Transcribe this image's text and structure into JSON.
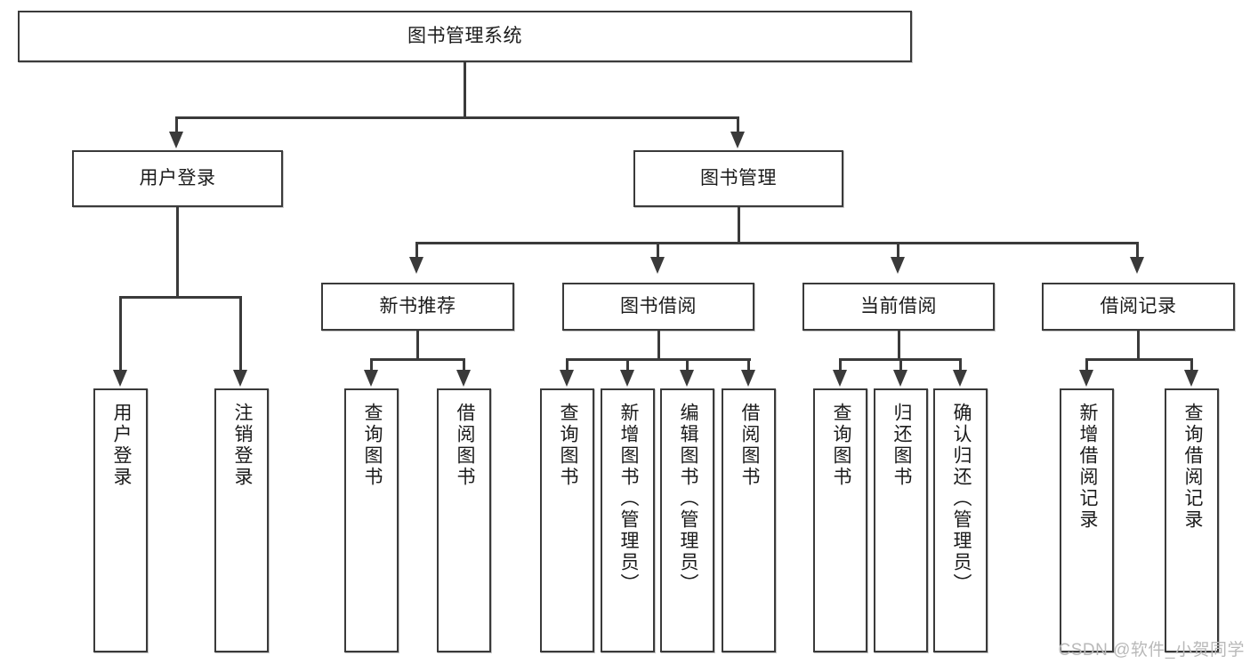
{
  "diagram": {
    "type": "tree-hierarchy-diagram",
    "title": "图书管理系统",
    "root": {
      "id": "root",
      "label": "图书管理系统"
    },
    "level2": [
      {
        "id": "user-login",
        "label": "用户登录"
      },
      {
        "id": "book-management",
        "label": "图书管理"
      }
    ],
    "level3": [
      {
        "id": "new-book-recommend",
        "label": "新书推荐",
        "parent": "book-management"
      },
      {
        "id": "book-borrow",
        "label": "图书借阅",
        "parent": "book-management"
      },
      {
        "id": "current-borrow",
        "label": "当前借阅",
        "parent": "book-management"
      },
      {
        "id": "borrow-record",
        "label": "借阅记录",
        "parent": "book-management"
      }
    ],
    "leaves": {
      "user_login": [
        {
          "id": "leaf-user-login",
          "label": "用户登录"
        },
        {
          "id": "leaf-logout-login",
          "label": "注销登录"
        }
      ],
      "new_book_recommend": [
        {
          "id": "leaf-query-book-1",
          "label": "查询图书"
        },
        {
          "id": "leaf-borrow-book-1",
          "label": "借阅图书"
        }
      ],
      "book_borrow": [
        {
          "id": "leaf-query-book-2",
          "label": "查询图书"
        },
        {
          "id": "leaf-add-book",
          "label": "新增图书（管理员）"
        },
        {
          "id": "leaf-edit-book",
          "label": "编辑图书（管理员）"
        },
        {
          "id": "leaf-borrow-book-2",
          "label": "借阅图书"
        }
      ],
      "current_borrow": [
        {
          "id": "leaf-query-book-3",
          "label": "查询图书"
        },
        {
          "id": "leaf-return-book",
          "label": "归还图书"
        },
        {
          "id": "leaf-confirm-return",
          "label": "确认归还（管理员）"
        }
      ],
      "borrow_record": [
        {
          "id": "leaf-add-record",
          "label": "新增借阅记录"
        },
        {
          "id": "leaf-query-record",
          "label": "查询借阅记录"
        }
      ]
    }
  },
  "watermark": {
    "text": "CSDN @软件_小贺同学"
  },
  "colors": {
    "border": "#3a3a3a",
    "connector": "#3a3a3a",
    "background": "#ffffff",
    "text": "#1b1b1b",
    "watermark": "#b9b9b9"
  }
}
